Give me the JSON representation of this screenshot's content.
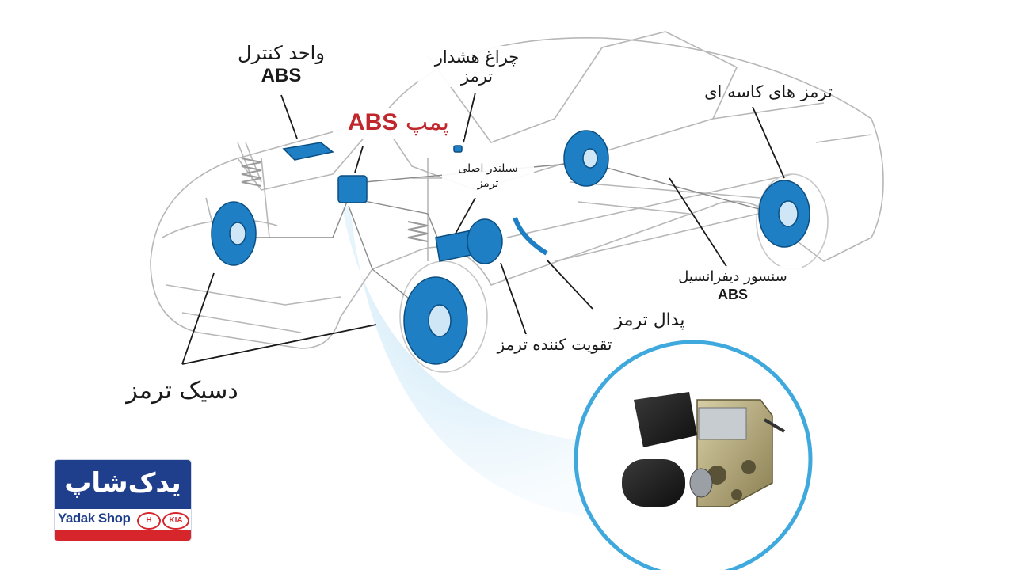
{
  "labels": {
    "abs_control_unit": {
      "line1": "واحد کنترل",
      "line2": "ABS"
    },
    "warning_light": {
      "line1": "چراغ هشدار",
      "line2": "ترمز"
    },
    "abs_pump": {
      "en": "ABS",
      "fa": "پمپ"
    },
    "master_cylinder": {
      "line1": "سیلندر اصلی",
      "line2": "ترمز"
    },
    "drum_brakes": "ترمز های کاسه ای",
    "differential_sensor": {
      "line1": "سنسور دیفرانسیل",
      "line2": "ABS"
    },
    "brake_pedal": "پدال ترمز",
    "brake_booster": "تقویت کننده ترمز",
    "disc_brake": "دسیک  ترمز"
  },
  "logo": {
    "fa_text": "یدک‌شاپ",
    "en_text": "Yadak Shop",
    "brand_badge_1": "H",
    "brand_badge_2": "KIA"
  },
  "colors": {
    "component_blue": "#1f7fc4",
    "pump_label_red": "#c0272d",
    "logo_blue": "#1f3e8c",
    "logo_red": "#d7252c",
    "zoom_circle": "#3fa9dd"
  }
}
